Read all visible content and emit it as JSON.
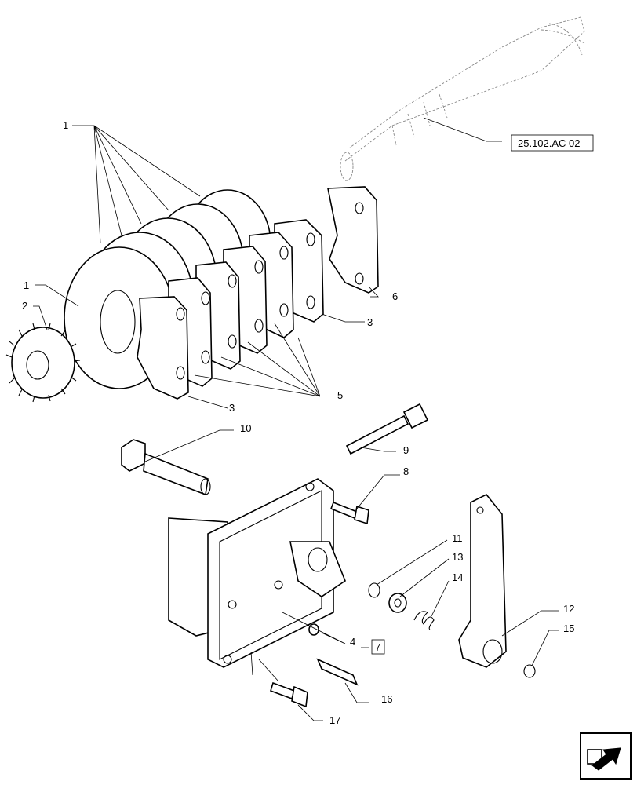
{
  "reference_label": "25.102.AC 02",
  "callouts": {
    "c1a": "1",
    "c1b": "1",
    "c2": "2",
    "c3a": "3",
    "c3b": "3",
    "c4": "4",
    "c5": "5",
    "c6": "6",
    "c7": "7",
    "c8": "8",
    "c9": "9",
    "c10": "10",
    "c11": "11",
    "c12": "12",
    "c13": "13",
    "c14": "14",
    "c15": "15",
    "c16": "16",
    "c17": "17"
  },
  "nav_icon": "next-page-arrow-icon"
}
